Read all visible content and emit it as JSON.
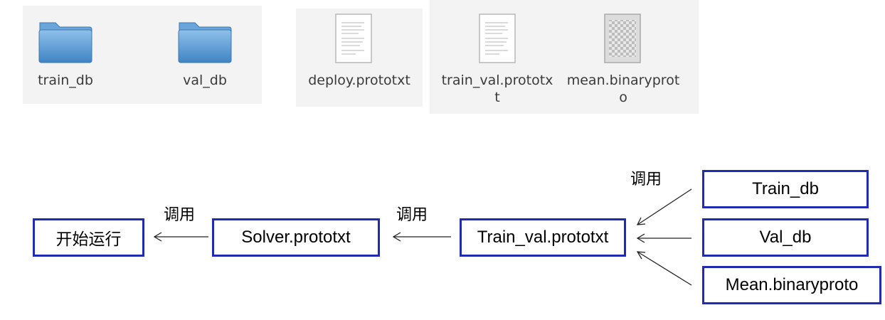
{
  "files": {
    "train_db": {
      "label": "train_db",
      "icon": "folder-icon"
    },
    "val_db": {
      "label": "val_db",
      "icon": "folder-icon"
    },
    "deploy": {
      "label": "deploy.prototxt",
      "icon": "text-document-icon"
    },
    "train_val": {
      "label_line1": "train_val.prototx",
      "label_line2": "t",
      "icon": "text-document-icon"
    },
    "mean": {
      "label_line1": "mean.binaryprot",
      "label_line2": "o",
      "icon": "binary-file-icon"
    }
  },
  "flow": {
    "start": "开始运行",
    "solver": "Solver.prototxt",
    "train_val": "Train_val.prototxt",
    "train_db": "Train_db",
    "val_db": "Val_db",
    "mean": "Mean.binaryproto",
    "call_label": "调用"
  },
  "colors": {
    "box_border": "#1f2bb3",
    "panel_bg": "#f3f3f3",
    "folder_blue": "#4f93cf"
  }
}
